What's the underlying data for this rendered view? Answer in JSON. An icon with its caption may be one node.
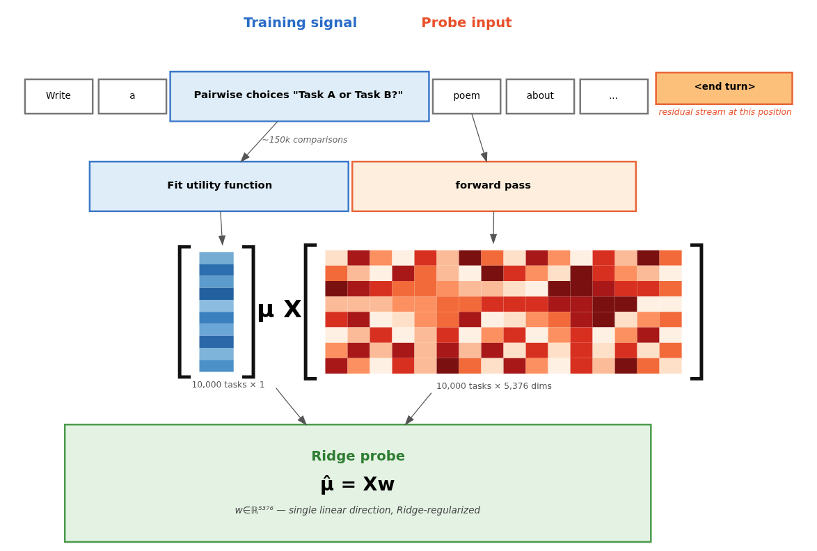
{
  "diagram": {
    "nodes": [
      {
        "text": [
          "Write"
        ]
      },
      {
        "text": [
          "a"
        ]
      },
      {
        "text": [
          "poem"
        ]
      },
      {
        "text": [
          "about"
        ]
      },
      {
        "text": [
          "..."
        ]
      },
      {
        "text": [
          "<end turn>"
        ],
        "beside": [
          "residual stream at this position"
        ]
      },
      {
        "text": [
          "forward pass"
        ]
      },
      {
        "text": [],
        "shape": "picture",
        "beside": [
          "X",
          "10,000 tasks × 5,376 dims"
        ]
      },
      {
        "text": [
          "Pairwise choices \"Task A or Task B?\""
        ]
      },
      {
        "text": [
          "Fit utility function"
        ]
      },
      {
        "text": [],
        "shape": "picture",
        "beside": [
          "μ",
          "10,000 tasks × 1"
        ]
      },
      {
        "text": [
          "Ridge probe",
          "μ̂ = Xw",
          "w∈ℝ⁵³⁷⁶ — single linear direction, Ridge-regularized"
        ]
      }
    ],
    "edges": [
      {
        "from": 2,
        "to": 6,
        "arrow": "to"
      },
      {
        "from": 6,
        "to": 7,
        "arrow": "to"
      },
      {
        "from": 7,
        "to": 11,
        "arrow": "to"
      },
      {
        "from": 8,
        "to": 9,
        "arrow": "to",
        "label": "~150k comparisons"
      },
      {
        "from": 9,
        "to": 10,
        "arrow": "to"
      },
      {
        "from": 10,
        "to": 11,
        "arrow": "to"
      }
    ],
    "labels": [
      "Probe input",
      "Training signal"
    ]
  }
}
